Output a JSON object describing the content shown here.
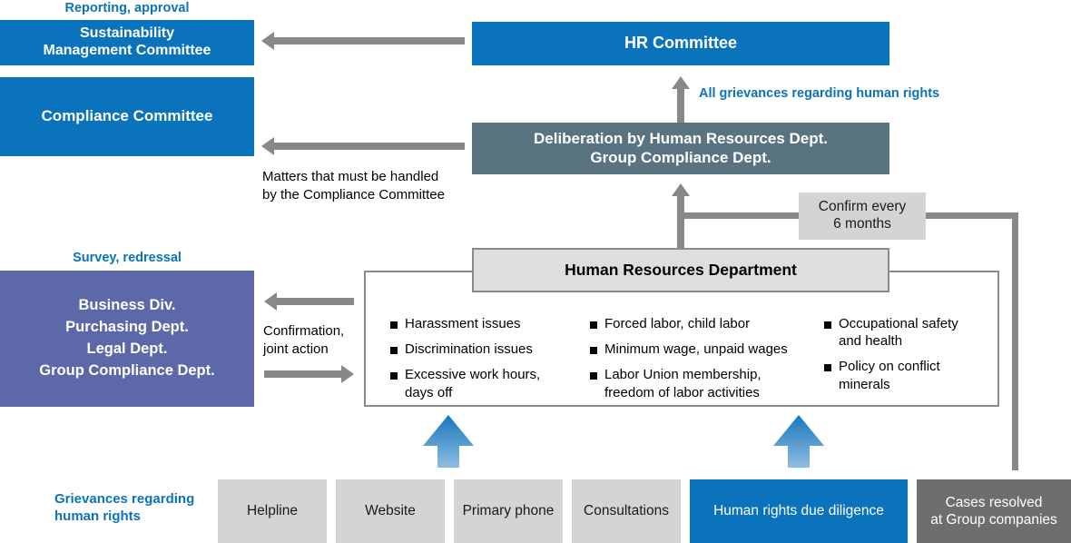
{
  "diagram": {
    "title": "Human rights grievance handling flow",
    "colors": {
      "blue": "#0B73BC",
      "purple": "#5C68A8",
      "slate": "#5A7381",
      "light_gray": "#D4D4D4",
      "dark_gray": "#6E6E6E",
      "connector_gray": "#888888",
      "arrow_blue_top": "#1876BC",
      "arrow_blue_bottom": "#7DB3DC"
    },
    "labels": {
      "reporting_approval": "Reporting, approval",
      "survey_redressal": "Survey, redressal",
      "grievances_regarding_human_rights": "Grievances regarding\nhuman rights",
      "all_grievances_regarding_human_rights": "All grievances regarding human rights",
      "matters_compliance_committee": "Matters that must be handled\nby the Compliance Committee",
      "confirmation_joint_action": "Confirmation,\njoint action",
      "confirm_every_6_months": "Confirm every\n6 months"
    },
    "boxes": {
      "sustainability_committee": "Sustainability\nManagement Committee",
      "compliance_committee": "Compliance Committee",
      "hr_committee": "HR Committee",
      "deliberation": "Deliberation by Human Resources Dept.\nGroup Compliance Dept.",
      "departments": "Business Div.\nPurchasing Dept.\nLegal Dept.\nGroup Compliance Dept.",
      "hr_department": "Human Resources Department"
    },
    "issue_columns": [
      {
        "items": [
          "Harassment issues",
          "Discrimination issues",
          "Excessive work hours,\ndays off"
        ]
      },
      {
        "items": [
          "Forced labor, child labor",
          "Minimum wage, unpaid wages",
          "Labor Union membership,\nfreedom of labor activities"
        ]
      },
      {
        "items": [
          "Occupational safety\nand health",
          "Policy on conflict\nminerals"
        ]
      }
    ],
    "channels": [
      {
        "label": "Helpline",
        "style": "light-gray"
      },
      {
        "label": "Website",
        "style": "light-gray"
      },
      {
        "label": "Primary phone",
        "style": "light-gray"
      },
      {
        "label": "Consultations",
        "style": "light-gray"
      },
      {
        "label": "Human rights due diligence",
        "style": "blue"
      },
      {
        "label": "Cases resolved\nat Group companies",
        "style": "dark-gray"
      }
    ]
  }
}
